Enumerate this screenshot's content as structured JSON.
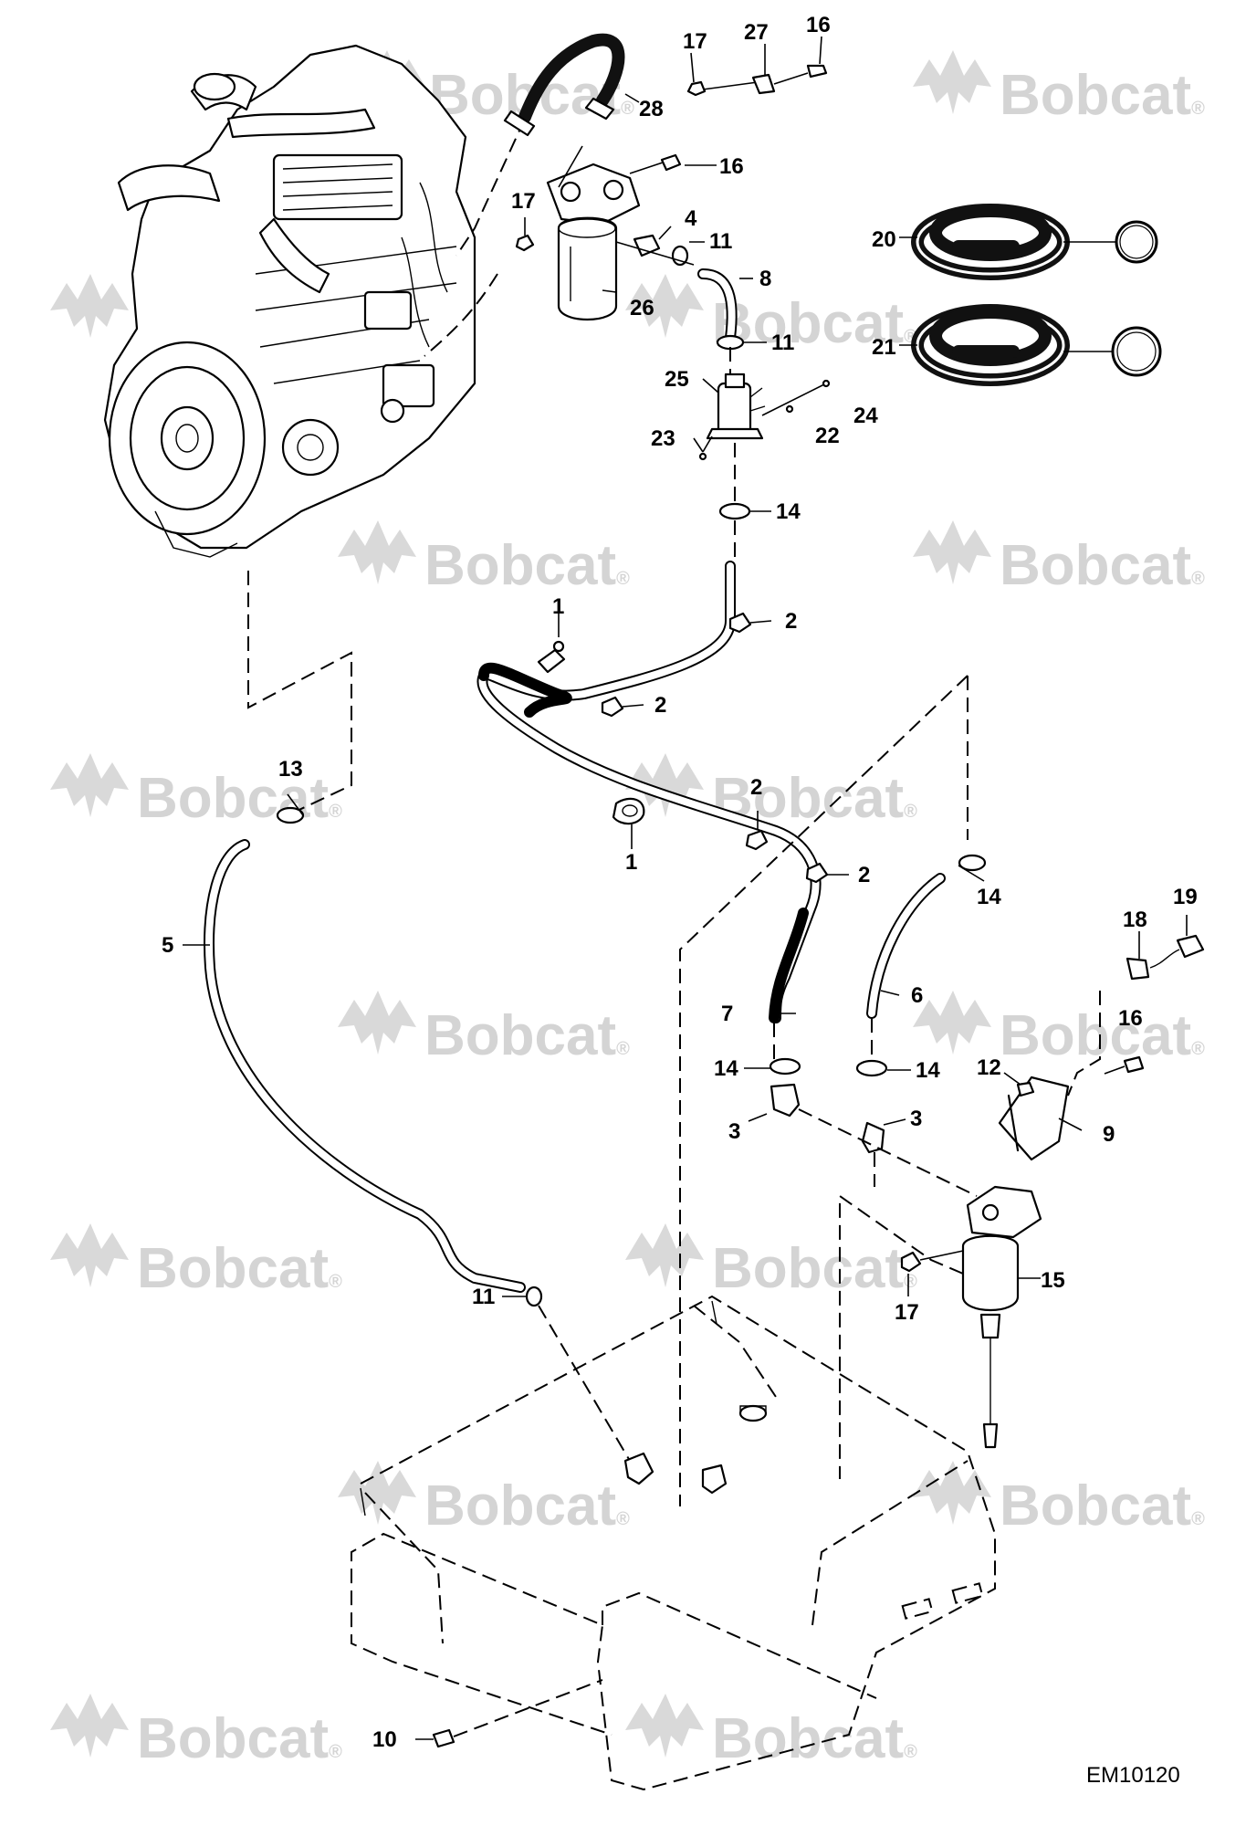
{
  "watermark": {
    "text": "Bobcat",
    "registered": "®",
    "color": "#d4d4d4"
  },
  "figure_code": "EM10120",
  "callouts": [
    {
      "id": "c1a",
      "label": "1"
    },
    {
      "id": "c1b",
      "label": "1"
    },
    {
      "id": "c2a",
      "label": "2"
    },
    {
      "id": "c2b",
      "label": "2"
    },
    {
      "id": "c2c",
      "label": "2"
    },
    {
      "id": "c2d",
      "label": "2"
    },
    {
      "id": "c3a",
      "label": "3"
    },
    {
      "id": "c3b",
      "label": "3"
    },
    {
      "id": "c4",
      "label": "4"
    },
    {
      "id": "c5",
      "label": "5"
    },
    {
      "id": "c6",
      "label": "6"
    },
    {
      "id": "c7",
      "label": "7"
    },
    {
      "id": "c8",
      "label": "8"
    },
    {
      "id": "c9",
      "label": "9"
    },
    {
      "id": "c10",
      "label": "10"
    },
    {
      "id": "c11a",
      "label": "11"
    },
    {
      "id": "c11b",
      "label": "11"
    },
    {
      "id": "c11c",
      "label": "11"
    },
    {
      "id": "c12",
      "label": "12"
    },
    {
      "id": "c13",
      "label": "13"
    },
    {
      "id": "c14a",
      "label": "14"
    },
    {
      "id": "c14b",
      "label": "14"
    },
    {
      "id": "c14c",
      "label": "14"
    },
    {
      "id": "c14d",
      "label": "14"
    },
    {
      "id": "c15",
      "label": "15"
    },
    {
      "id": "c16a",
      "label": "16"
    },
    {
      "id": "c16b",
      "label": "16"
    },
    {
      "id": "c16c",
      "label": "16"
    },
    {
      "id": "c17a",
      "label": "17"
    },
    {
      "id": "c17b",
      "label": "17"
    },
    {
      "id": "c17c",
      "label": "17"
    },
    {
      "id": "c18",
      "label": "18"
    },
    {
      "id": "c19",
      "label": "19"
    },
    {
      "id": "c20",
      "label": "20"
    },
    {
      "id": "c21",
      "label": "21"
    },
    {
      "id": "c22",
      "label": "22"
    },
    {
      "id": "c23",
      "label": "23"
    },
    {
      "id": "c24",
      "label": "24"
    },
    {
      "id": "c25",
      "label": "25"
    },
    {
      "id": "c26",
      "label": "26"
    },
    {
      "id": "c27",
      "label": "27"
    },
    {
      "id": "c28",
      "label": "28"
    }
  ]
}
